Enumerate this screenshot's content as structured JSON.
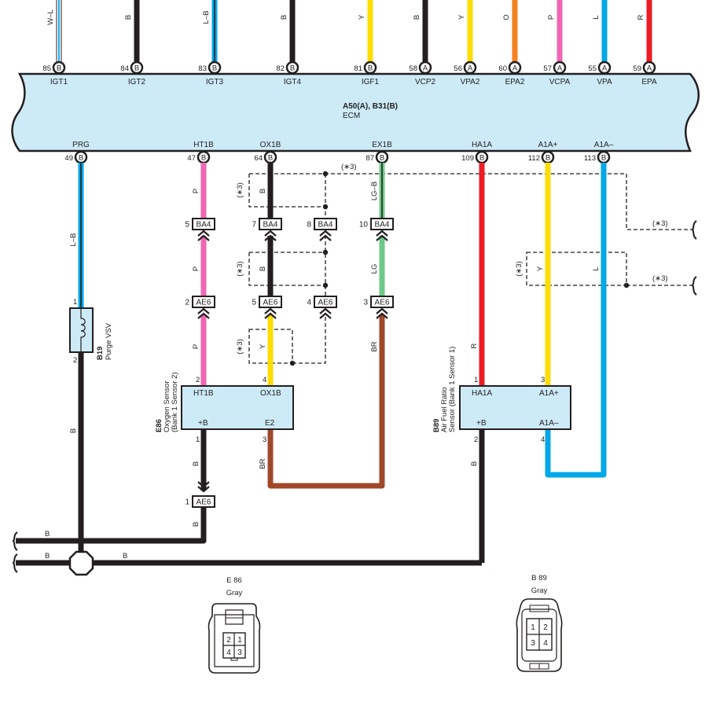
{
  "ecm": {
    "code": "A50(A), B31(B)",
    "name": "ECM",
    "top_pins": [
      {
        "num": "85",
        "conn": "B",
        "label": "IGT1",
        "wire": "W–L",
        "color": "#ffffff",
        "stripe": "#00a8e8"
      },
      {
        "num": "84",
        "conn": "B",
        "label": "IGT2",
        "wire": "B",
        "color": "#231f20",
        "stripe": ""
      },
      {
        "num": "83",
        "conn": "B",
        "label": "IGT3",
        "wire": "L–B",
        "color": "#00a8e8",
        "stripe": "#231f20"
      },
      {
        "num": "82",
        "conn": "B",
        "label": "IGT4",
        "wire": "B",
        "color": "#231f20",
        "stripe": ""
      },
      {
        "num": "81",
        "conn": "B",
        "label": "IGF1",
        "wire": "Y",
        "color": "#ffdd00",
        "stripe": ""
      },
      {
        "num": "58",
        "conn": "A",
        "label": "VCP2",
        "wire": "B",
        "color": "#231f20",
        "stripe": ""
      },
      {
        "num": "56",
        "conn": "A",
        "label": "VPA2",
        "wire": "Y",
        "color": "#ffdd00",
        "stripe": ""
      },
      {
        "num": "60",
        "conn": "A",
        "label": "EPA2",
        "wire": "O",
        "color": "#f58220",
        "stripe": ""
      },
      {
        "num": "57",
        "conn": "A",
        "label": "VCPA",
        "wire": "P",
        "color": "#f066b5",
        "stripe": ""
      },
      {
        "num": "55",
        "conn": "A",
        "label": "VPA",
        "wire": "L",
        "color": "#00a8e8",
        "stripe": ""
      },
      {
        "num": "59",
        "conn": "A",
        "label": "EPA",
        "wire": "R",
        "color": "#ed1c24",
        "stripe": ""
      }
    ],
    "bottom_pins": [
      {
        "num": "49",
        "conn": "B",
        "label": "PRG"
      },
      {
        "num": "47",
        "conn": "B",
        "label": "HT1B"
      },
      {
        "num": "64",
        "conn": "B",
        "label": "OX1B"
      },
      {
        "num": "87",
        "conn": "B",
        "label": "EX1B"
      },
      {
        "num": "109",
        "conn": "B",
        "label": "HA1A"
      },
      {
        "num": "112",
        "conn": "B",
        "label": "A1A+"
      },
      {
        "num": "113",
        "conn": "B",
        "label": "A1A–"
      }
    ]
  },
  "wire_colors": {
    "B": "#231f20",
    "P": "#f066b5",
    "Y": "#ffdd00",
    "LG": "#6fc987",
    "BR": "#a0482a",
    "R": "#ed1c24",
    "L": "#00a8e8",
    "fill": "#cdeaf7"
  },
  "wire_labels": {
    "prg": "L–B",
    "ht1b_upper": "P",
    "ht1b_mid": "P",
    "ht1b_lower": "P",
    "ox1b_upper": "B",
    "ox1b_mid": "B",
    "ox1b_lower": "Y",
    "ex1b_upper": "LG–B",
    "ex1b_mid": "LG",
    "ex1b_lower": "BR",
    "ha1a": "R",
    "a1ap": "Y",
    "a1am": "L",
    "b89_gnd": "B",
    "vsv_gnd": "B",
    "e86_gnd_upper": "B",
    "e86_gnd_lower": "B",
    "e86_e2": "BR",
    "bus_upper": "B",
    "bus_lower_left": "B",
    "bus_lower_right": "B"
  },
  "shield_note": "(∗3)",
  "junctions": {
    "ba4": [
      {
        "pin": "5",
        "name": "BA4"
      },
      {
        "pin": "7",
        "name": "BA4"
      },
      {
        "pin": "8",
        "name": "BA4"
      },
      {
        "pin": "10",
        "name": "BA4"
      }
    ],
    "ae6": [
      {
        "pin": "2",
        "name": "AE6"
      },
      {
        "pin": "5",
        "name": "AE6"
      },
      {
        "pin": "4",
        "name": "AE6"
      },
      {
        "pin": "3",
        "name": "AE6"
      }
    ],
    "ae6_ground": {
      "pin": "1",
      "name": "AE6"
    }
  },
  "purge_vsv": {
    "code": "B19",
    "name": "Purge VSV",
    "pin_top": "1",
    "pin_bottom": "2"
  },
  "e86": {
    "code": "E86",
    "name_line1": "Oxygen Sensor",
    "name_line2": "(Bank 1 Sensor 2)",
    "pins": {
      "ht1b": "HT1B",
      "ox1b": "OX1B",
      "pb": "+B",
      "e2": "E2"
    },
    "pin_nums": {
      "ht1b": "2",
      "ox1b": "4",
      "pb": "1",
      "e2": "3"
    }
  },
  "b89": {
    "code": "B89",
    "name_line1": "Air Fuel Ratio",
    "name_line2": "Sensor (Bank 1 Sensor 1)",
    "pins": {
      "ha1a": "HA1A",
      "a1ap": "A1A+",
      "pb": "+B",
      "a1am": "A1A–"
    },
    "pin_nums": {
      "ha1a": "1",
      "a1ap": "3",
      "pb": "2",
      "a1am": "4"
    }
  },
  "connector_views": [
    {
      "code": "E 86",
      "color": "Gray",
      "pins": [
        "2",
        "1",
        "4",
        "3"
      ]
    },
    {
      "code": "B 89",
      "color": "Gray",
      "pins": [
        "1",
        "2",
        "3",
        "4"
      ]
    }
  ]
}
